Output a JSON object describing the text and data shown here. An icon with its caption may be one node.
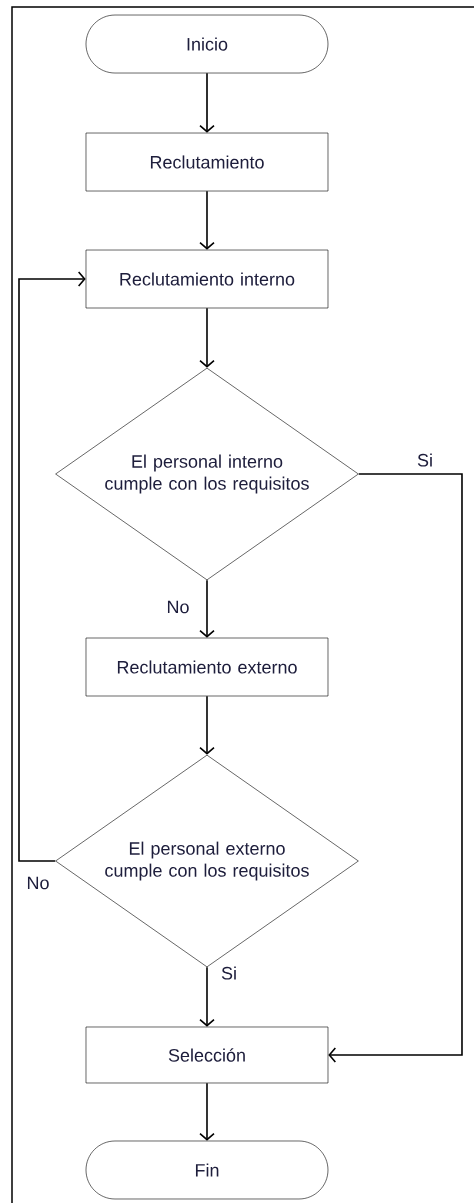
{
  "diagram": {
    "nodes": [
      {
        "text": [
          "Inicio"
        ]
      },
      {
        "text": [
          "Reclutamiento"
        ]
      },
      {
        "text": [
          "Reclutamiento interno"
        ]
      },
      {
        "text": [
          "El personal interno cumple con los requisitos"
        ]
      },
      {
        "text": [
          "Reclutamiento externo"
        ]
      },
      {
        "text": [
          "El personal externo cumple con los requisitos"
        ]
      },
      {
        "text": [
          "Selección"
        ]
      },
      {
        "text": [
          "Fin"
        ]
      }
    ],
    "edges": [
      {
        "from": 0,
        "to": 1,
        "arrow": "to"
      },
      {
        "from": 1,
        "to": 2,
        "arrow": "to"
      },
      {
        "from": 2,
        "to": 3,
        "arrow": "to"
      },
      {
        "from": 3,
        "to": 4,
        "arrow": "to",
        "label": "No"
      },
      {
        "from": 3,
        "to": 6,
        "arrow": "to",
        "label": "Si"
      },
      {
        "from": 4,
        "to": 5,
        "arrow": "to"
      },
      {
        "from": 5,
        "to": 6,
        "arrow": "to",
        "label": "Si"
      },
      {
        "from": 5,
        "to": 2,
        "arrow": "to",
        "label": "No"
      },
      {
        "from": 6,
        "to": 7,
        "arrow": "to"
      }
    ]
  }
}
